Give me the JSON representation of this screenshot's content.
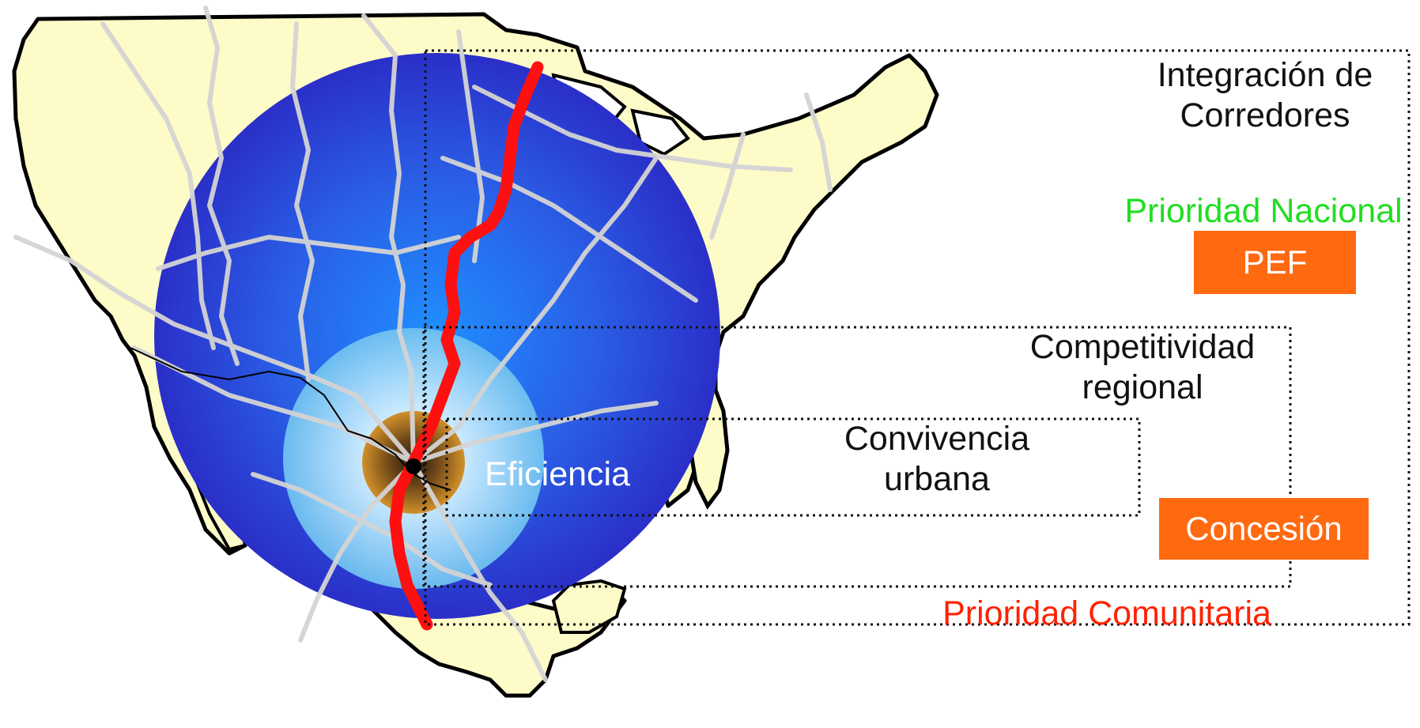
{
  "labels": {
    "integracion": "Integración de Corredores",
    "integracion_line1": "Integración de",
    "integracion_line2": "Corredores",
    "prioridad_nacional": "Prioridad Nacional",
    "pef": "PEF",
    "competitividad_line1": "Competitividad",
    "competitividad_line2": "regional",
    "convivencia_line1": "Convivencia",
    "convivencia_line2": "urbana",
    "eficiencia": "Eficiencia",
    "concesion": "Concesión",
    "prioridad_comunitaria": "Prioridad Comunitaria"
  },
  "colors": {
    "land": "#fdfbc8",
    "coast": "#000000",
    "roads": "#cfcfcf",
    "outer_ring": "#2a2fc8",
    "middle_ring": "#78c8f2",
    "core": "#c8861e",
    "corridor": "#ff1010",
    "badge": "#ff6a10",
    "nacional_text": "#22dd22",
    "comunitaria_text": "#ff2200"
  },
  "icons": {
    "city_marker": "city-dot-icon"
  }
}
